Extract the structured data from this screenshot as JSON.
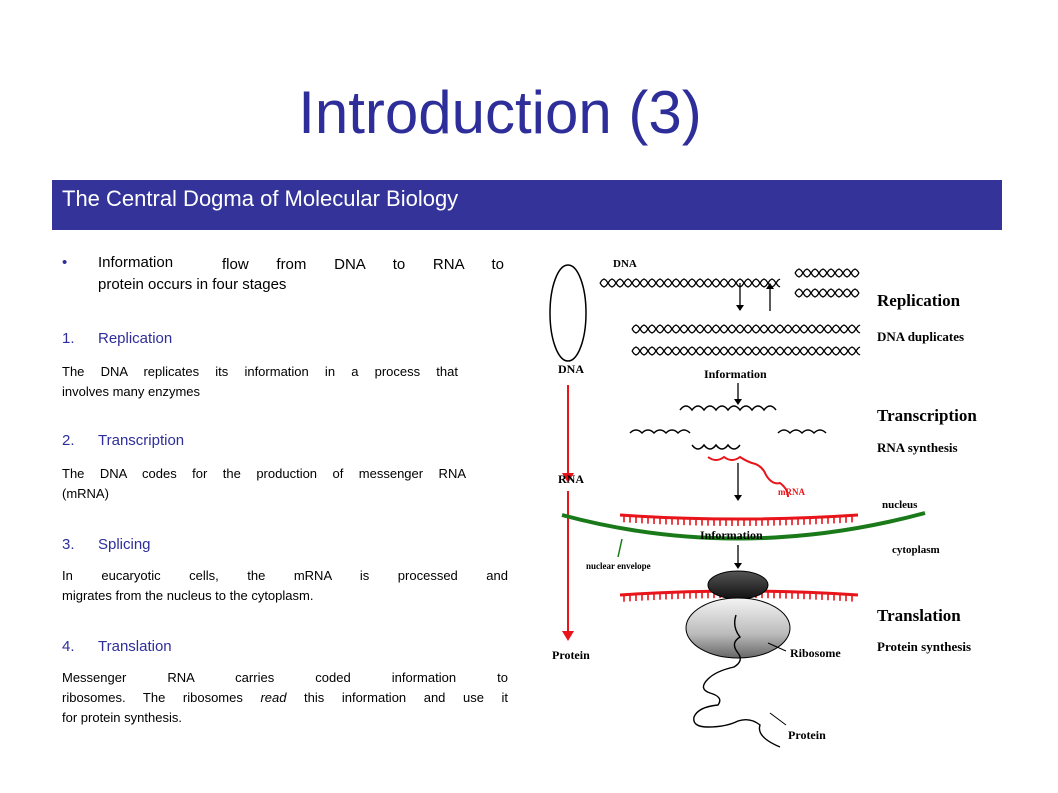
{
  "slide": {
    "title": "Introduction (3)",
    "banner": "The Central Dogma of Molecular Biology",
    "bullet": {
      "word1": "Information",
      "rest_line1": "flow   from   DNA   to   RNA   to",
      "line2": "protein occurs in four stages"
    },
    "stages": [
      {
        "num": "1.",
        "title": "Replication",
        "desc_line1": "The DNA replicates its information in a process that",
        "desc_line2": "involves many enzymes"
      },
      {
        "num": "2.",
        "title": "Transcription",
        "desc_line1": "The DNA codes for the production of messenger RNA",
        "desc_line2": "(mRNA)"
      },
      {
        "num": "3.",
        "title": "Splicing",
        "desc_line1": "In eucaryotic  cells, the mRNA is processed  and",
        "desc_line2": "migrates from the nucleus to the cytoplasm."
      },
      {
        "num": "4.",
        "title": "Translation",
        "desc_line1": "Messenger   RNA   carries   coded   information   to",
        "desc_line2a": "ribosomes. The ribosomes ",
        "desc_italic": "read",
        "desc_line2b": " this information and use it",
        "desc_line3": "for protein synthesis."
      }
    ]
  },
  "figure": {
    "labels": {
      "dna_top": "DNA",
      "dna_left": "DNA",
      "rna_left": "RNA",
      "protein_left": "Protein",
      "information1": "Information",
      "information2": "Information",
      "mrna": "mRNA",
      "nucleus": "nucleus",
      "cytoplasm": "cytoplasm",
      "nuclear_envelope": "nuclear envelope",
      "ribosome": "Ribosome",
      "protein_bottom": "Protein"
    },
    "processes": [
      {
        "name": "Replication",
        "sub": "DNA duplicates"
      },
      {
        "name": "Transcription",
        "sub": "RNA synthesis"
      },
      {
        "name": "Translation",
        "sub": "Protein synthesis"
      }
    ],
    "colors": {
      "title": "#2e2e9a",
      "banner": "#33339a",
      "rna": "#e8141a",
      "envelope": "#1a7a1a"
    }
  }
}
